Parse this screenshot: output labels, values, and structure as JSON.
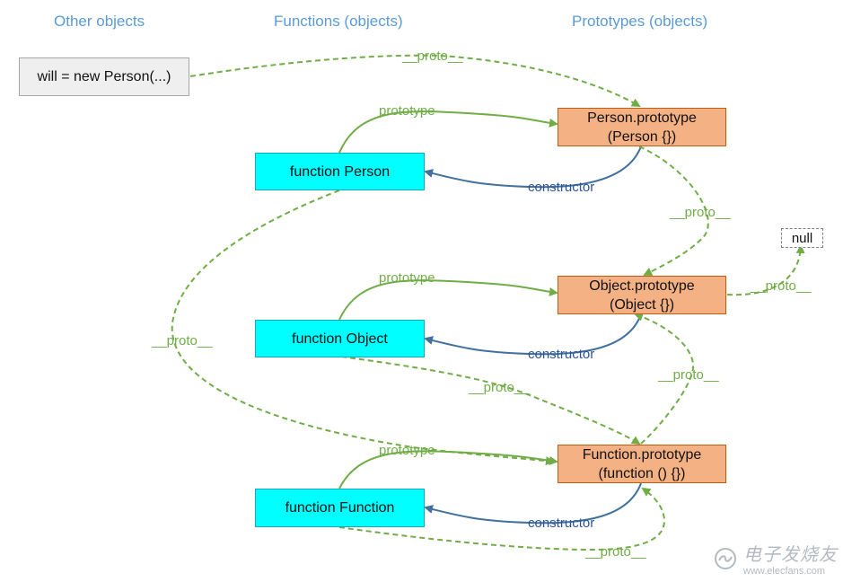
{
  "headers": {
    "other": "Other objects",
    "functions": "Functions (objects)",
    "prototypes": "Prototypes (objects)"
  },
  "nodes": {
    "instance": "will = new Person(...)",
    "fn_person": "function Person",
    "fn_object": "function Object",
    "fn_function": "function Function",
    "person_proto_1": "Person.prototype",
    "person_proto_2": "(Person {})",
    "object_proto_1": "Object.prototype",
    "object_proto_2": "(Object {})",
    "function_proto_1": "Function.prototype",
    "function_proto_2": "(function () {})",
    "null": "null"
  },
  "edge_labels": {
    "proto": "__proto__",
    "prototype": "prototype",
    "constructor": "constructor"
  },
  "colors": {
    "green": "#70ad47",
    "blue": "#41719c"
  },
  "watermark": {
    "text_cn": "电子发烧友",
    "url": "www.elecfans.com"
  }
}
